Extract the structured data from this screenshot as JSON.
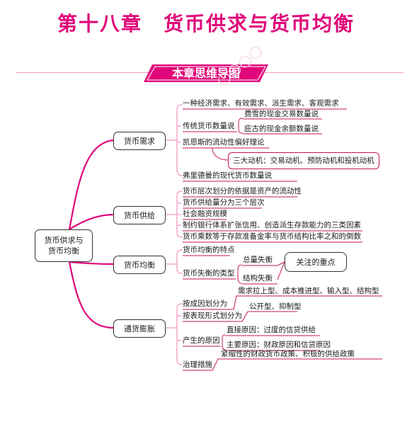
{
  "title": "第十八章　货币供求与货币均衡",
  "banner": "本章思维导图",
  "root": "货币供求与货币均衡",
  "branches": {
    "demand": {
      "label": "货币需求",
      "items": {
        "a": "一种经济需求、有效需求、派生需求、客观需求",
        "b": "传统货币数量说",
        "b1": "费雪的现金交易数量说",
        "b2": "庇古的现金余额数量说",
        "c": "凯恩斯的流动性偏好理论",
        "c1": "三大动机：交易动机、预防动机和投机动机",
        "d": "弗里德曼的现代货币数量说"
      }
    },
    "supply": {
      "label": "货币供给",
      "items": {
        "a": "货币层次划分的依据是资产的流动性",
        "b": "货币供给量分为三个层次",
        "c": "社会融资规模",
        "d": "制约银行体系扩张信用、创造派生存款能力的三类因素",
        "e": "货币乘数等于存款准备金率与货币结构比率之和的倒数"
      }
    },
    "equilibrium": {
      "label": "货币均衡",
      "items": {
        "a": "货币均衡的特点",
        "b": "货币失衡的类型",
        "b1": "总量失衡",
        "b2": "结构失衡",
        "note": "关注的重点"
      }
    },
    "inflation": {
      "label": "通货膨胀",
      "items": {
        "a": "按成因划分为",
        "a1": "需求拉上型、成本推进型、输入型、结构型",
        "b": "按表现形式划分为",
        "b1": "公开型、抑制型",
        "c": "产生的原因",
        "c1": "直接原因：过度的信贷供给",
        "c2": "主要原因：财政原因和信贷原因",
        "d": "治理措施",
        "d1": "紧缩性的财政货币政策、积极的供给政策"
      }
    }
  },
  "colors": {
    "accent": "#e0087a",
    "line_light": "#f29bc7",
    "line_dark": "#333333"
  }
}
